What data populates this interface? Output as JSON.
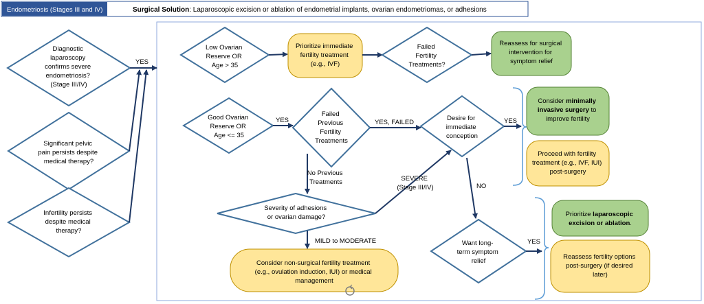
{
  "header": {
    "stage_tab": "Endometriosis (Stages III and IV)",
    "solution_label": "Surgical Solution",
    "solution_text": ": Laparoscopic excision or ablation of endometrial implants, ovarian endometriomas, or adhesions"
  },
  "entry": {
    "diagnostic": [
      "Diagnostic",
      "laparoscopy",
      "confirms severe",
      "endometriosis?",
      "(Stage III/IV)"
    ],
    "pain": [
      "Significant pelvic",
      "pain persists despite",
      "medical therapy?"
    ],
    "infertility": [
      "Infertility persists",
      "despite medical",
      "therapy?"
    ],
    "yes": "YES"
  },
  "flow": {
    "low_reserve": [
      "Low Ovarian",
      "Reserve OR",
      "Age > 35"
    ],
    "prioritize_fertility": [
      "Prioritize immediate",
      "fertility treatment",
      "(e.g., IVF)"
    ],
    "failed_fertility": [
      "Failed",
      "Fertility",
      "Treatments?"
    ],
    "reassess_surgical": [
      "Reassess for surgical",
      "intervention for",
      "symptom relief"
    ],
    "good_reserve": [
      "Good Ovarian",
      "Reserve OR",
      "Age <= 35"
    ],
    "yes_good": "YES",
    "failed_previous": [
      "Failed",
      "Previous",
      "Fertility",
      "Treatments"
    ],
    "yes_failed": "YES, FAILED",
    "desire": [
      "Desire for",
      "immediate",
      "conception"
    ],
    "yes_desire": "YES",
    "consider_min_pre": "Consider ",
    "consider_min_bold": "minimally",
    "consider_min_line2_bold": "invasive surgery",
    "consider_min_line2_post": " to",
    "consider_min_line3": "improve fertility",
    "proceed": [
      "Proceed with fertility",
      "treatment (e.g., IVF, IUI)",
      "post-surgery"
    ],
    "no_previous": [
      "No Previous",
      "Treatments"
    ],
    "severe": [
      "SEVERE",
      "(Stage III/IV)"
    ],
    "no": "NO",
    "severity": [
      "Severity of adhesions",
      "or ovarian damage?"
    ],
    "mild": "MILD to MODERATE",
    "nonsurgical": [
      "Consider non-surgical fertility treatment",
      "(e.g., ovulation induction, IUI) or medical",
      "management"
    ],
    "want_relief": [
      "Want long-",
      "term symptom",
      "relief"
    ],
    "yes_relief": "YES",
    "prioritize_lap_pre": "Prioritize ",
    "prioritize_lap_bold": "laparoscopic",
    "prioritize_lap_line2_bold": "excision or ablation",
    "prioritize_lap_line2_post": ".",
    "reassess_fertility": [
      "Reassess fertility options",
      "post-surgery (if desired",
      "later)"
    ]
  },
  "colors": {
    "diamond_stroke": "#41719c",
    "arrow": "#1f3864",
    "yellow_fill": "#ffe699",
    "yellow_stroke": "#bf9000",
    "green_fill": "#a9d18e",
    "green_stroke": "#548235",
    "tab_fill": "#2f5597",
    "brace": "#5b9bd5"
  }
}
